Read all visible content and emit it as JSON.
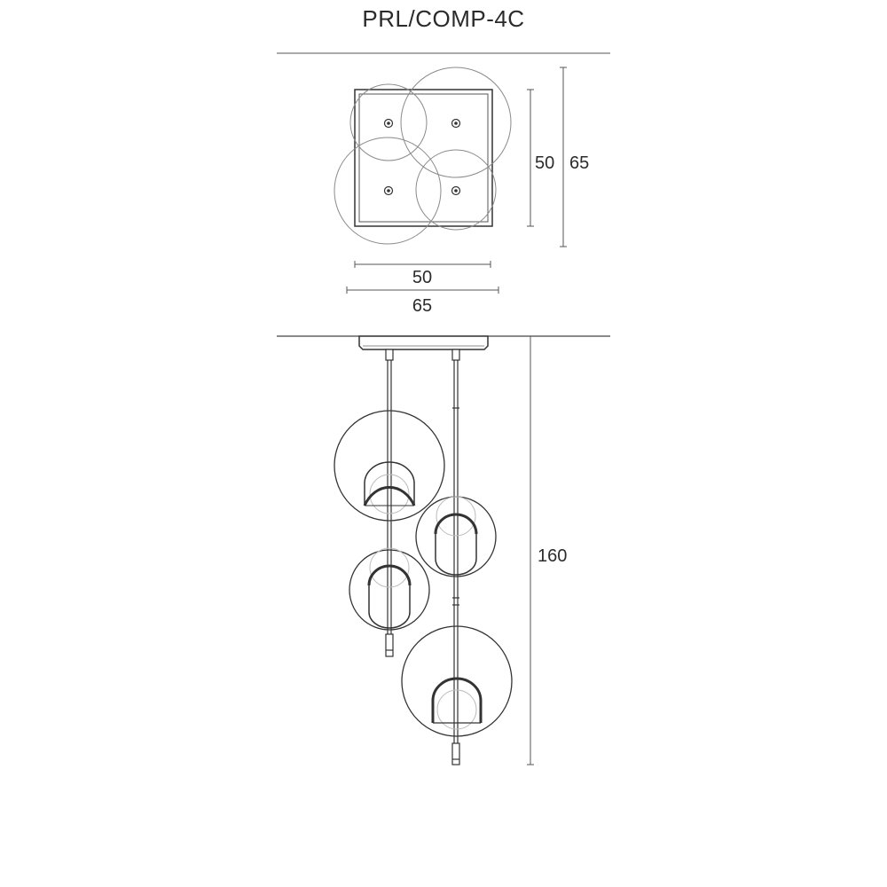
{
  "title": "PRL/COMP-4C",
  "top_view": {
    "inner_width": "50",
    "outer_width": "65",
    "inner_height": "50",
    "outer_height": "65"
  },
  "side_view": {
    "total_height": "160"
  },
  "colors": {
    "line": "#333333",
    "thin": "#8a8a8a",
    "light": "#bdbdbd"
  }
}
